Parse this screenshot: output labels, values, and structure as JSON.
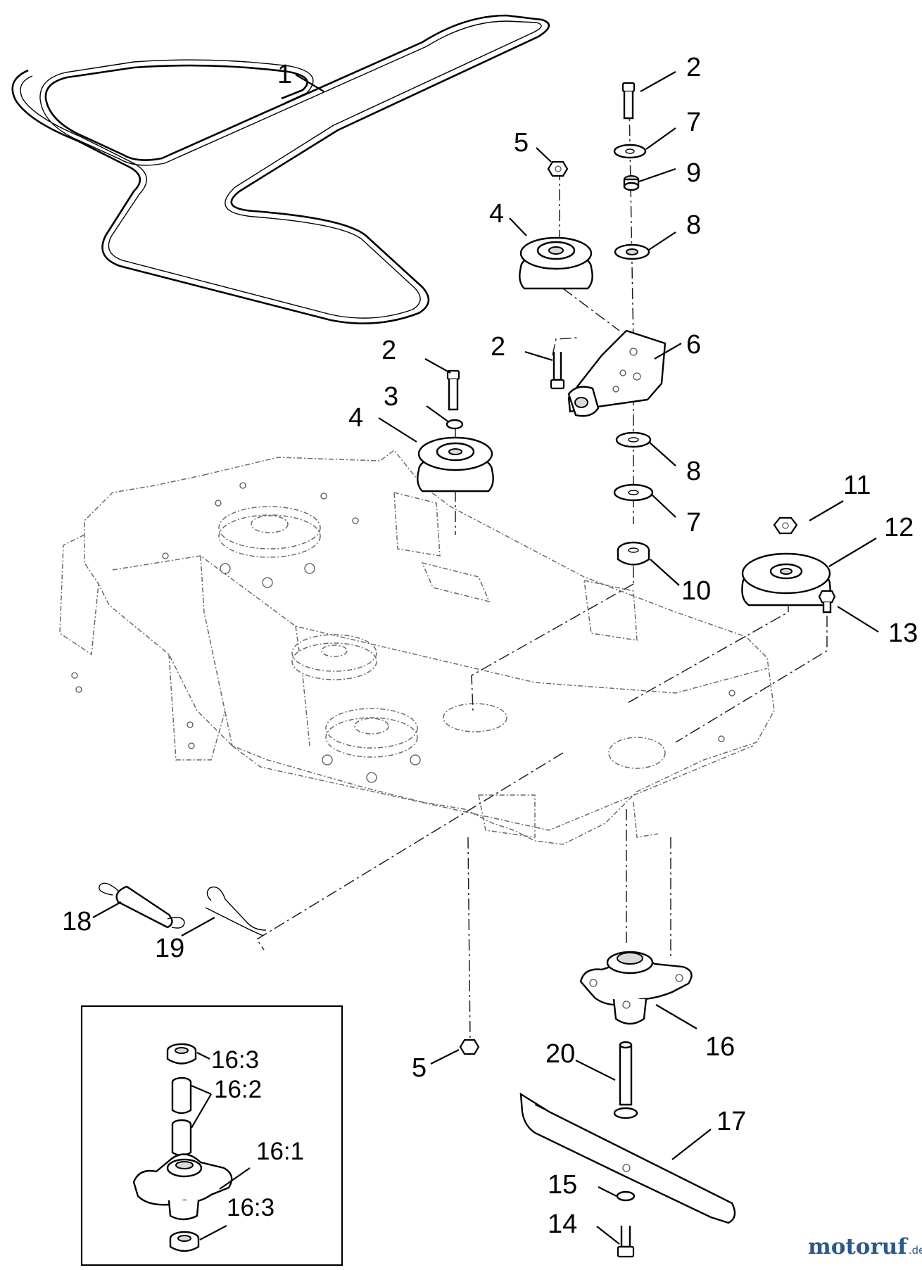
{
  "callouts": [
    {
      "id": "c1",
      "text": "1"
    },
    {
      "id": "c2a",
      "text": "2"
    },
    {
      "id": "c7a",
      "text": "7"
    },
    {
      "id": "c5a",
      "text": "5"
    },
    {
      "id": "c9",
      "text": "9"
    },
    {
      "id": "c4a",
      "text": "4"
    },
    {
      "id": "c8a",
      "text": "8"
    },
    {
      "id": "c2b",
      "text": "2"
    },
    {
      "id": "c6",
      "text": "6"
    },
    {
      "id": "c2c",
      "text": "2"
    },
    {
      "id": "c3",
      "text": "3"
    },
    {
      "id": "c4b",
      "text": "4"
    },
    {
      "id": "c8b",
      "text": "8"
    },
    {
      "id": "c11",
      "text": "11"
    },
    {
      "id": "c12",
      "text": "12"
    },
    {
      "id": "c7b",
      "text": "7"
    },
    {
      "id": "c10",
      "text": "10"
    },
    {
      "id": "c13",
      "text": "13"
    },
    {
      "id": "c18",
      "text": "18"
    },
    {
      "id": "c19",
      "text": "19"
    },
    {
      "id": "c5b",
      "text": "5"
    },
    {
      "id": "c16",
      "text": "16"
    },
    {
      "id": "c20",
      "text": "20"
    },
    {
      "id": "c17",
      "text": "17"
    },
    {
      "id": "c15",
      "text": "15"
    },
    {
      "id": "c14",
      "text": "14"
    }
  ],
  "inset_callouts": [
    {
      "id": "i163a",
      "text": "16:3"
    },
    {
      "id": "i162",
      "text": "16:2"
    },
    {
      "id": "i161",
      "text": "16:1"
    },
    {
      "id": "i163b",
      "text": "16:3"
    }
  ],
  "watermark": {
    "brand": "motoruf",
    "tld": ".de"
  }
}
